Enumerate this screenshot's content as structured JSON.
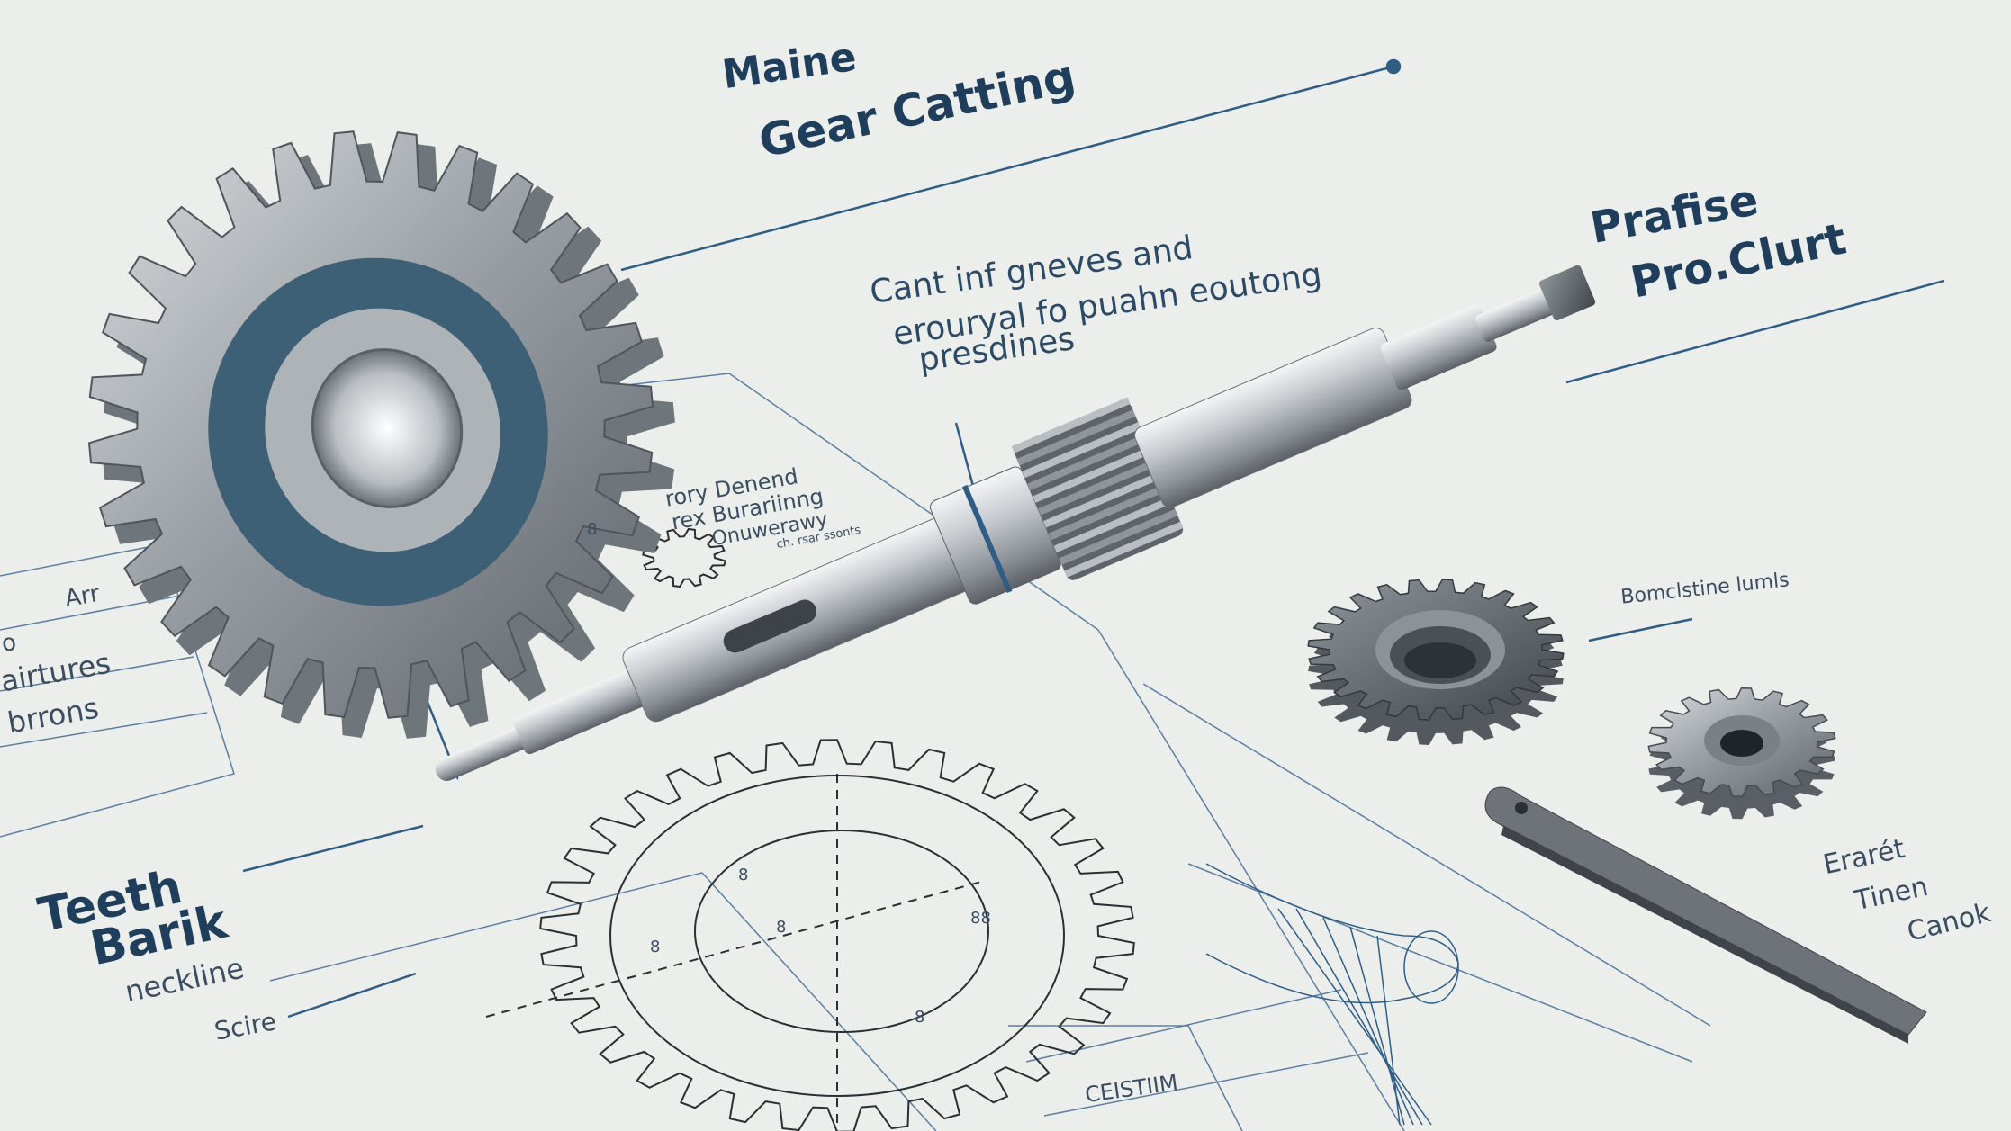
{
  "colors": {
    "paper": "#eceeec",
    "ink": "#1f3e5c",
    "line": "#2f5d86",
    "steel": "#9aa0a6",
    "steel_dark": "#5f656b",
    "hub_blue": "#3d6076"
  },
  "titles": {
    "main_line1": "Maine",
    "main_line2": "Gear Catting",
    "right_line1": "Prafise",
    "right_line2": "Pro.Clurt"
  },
  "callouts": {
    "center_line1": "Cant inf gneves and",
    "center_line2": "erouryal fo puahn eoutong",
    "center_line3": "presdines",
    "mid_line1": "rory Denend",
    "mid_line2": "rex Burariinng",
    "mid_line3": "Onuwerawy",
    "mid_line4": "ch. rsar ssonts",
    "right_mid": "Bomclstine lumls",
    "bottom_right_1": "Erarét",
    "bottom_right_2": "Tinen",
    "bottom_right_3": "Canok",
    "left_1": "Teeth",
    "left_2": "Barik",
    "left_3": "neckline",
    "left_4": "Scire",
    "edge_1": "Arr",
    "edge_2": "o",
    "edge_3": "airtures",
    "edge_4": "brrons",
    "bottom_box": "CEISTIIM",
    "dim_1": "8",
    "dim_2": "8",
    "dim_3": "8",
    "dim_4": "88",
    "dim_5": "8",
    "dim_6": "8"
  }
}
